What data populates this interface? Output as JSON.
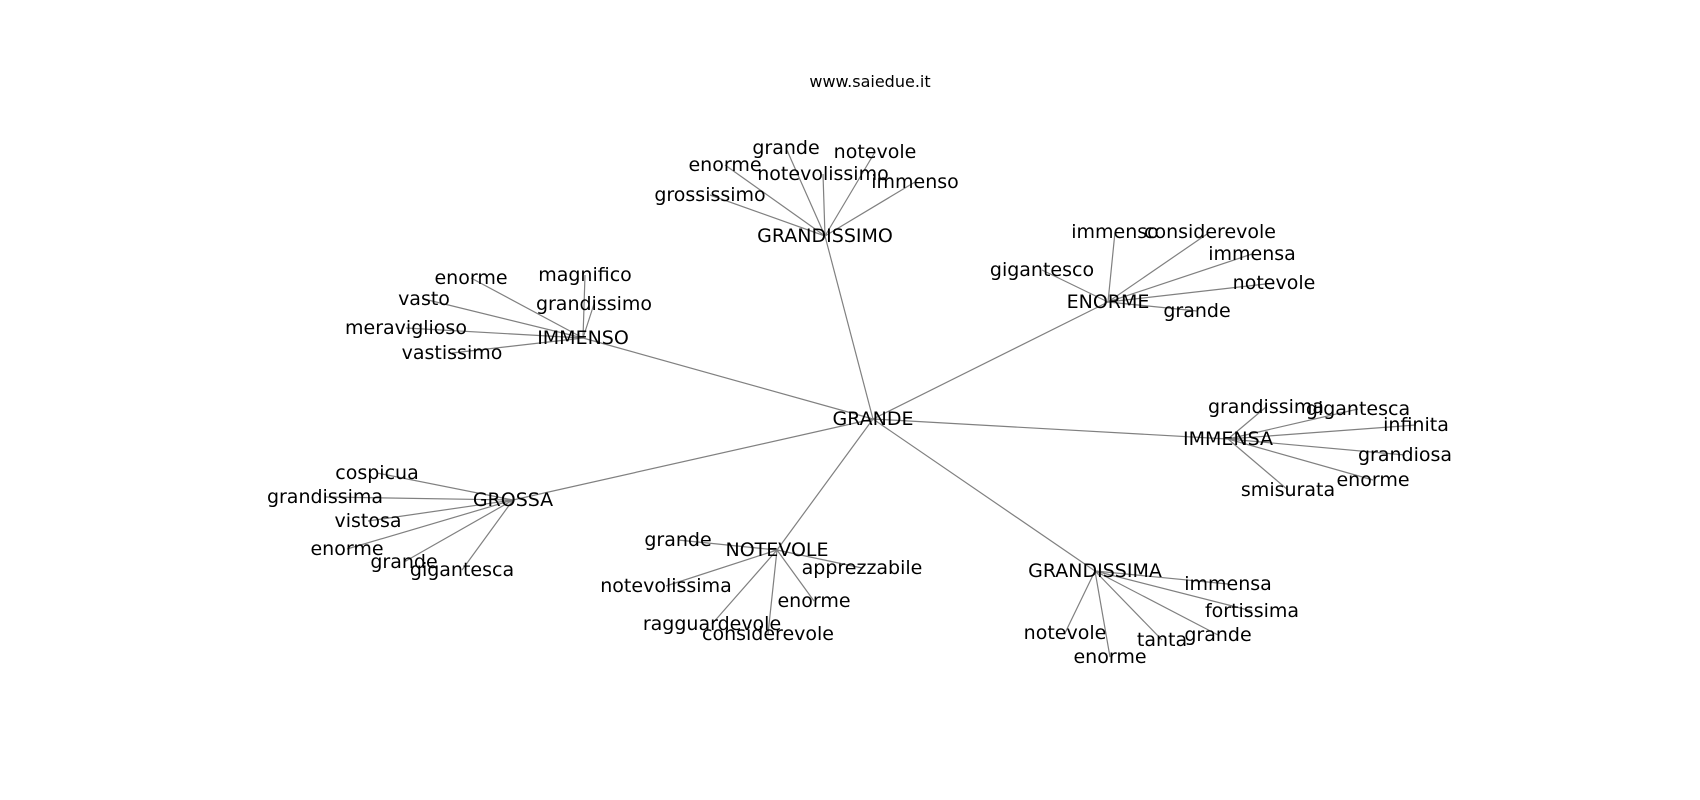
{
  "title": "www.saiedue.it",
  "colors": {
    "edge": "#808080",
    "text": "#000000",
    "background": "#ffffff"
  },
  "graph": {
    "root": "GRANDE",
    "groups": [
      {
        "hub": "GRANDISSIMO",
        "leaves": [
          "grande",
          "notevole",
          "enorme",
          "notevolissimo",
          "immenso",
          "grossissimo"
        ]
      },
      {
        "hub": "ENORME",
        "leaves": [
          "immenso",
          "considerevole",
          "immensa",
          "gigantesco",
          "notevole",
          "grande"
        ]
      },
      {
        "hub": "IMMENSO",
        "leaves": [
          "enorme",
          "magnifico",
          "vasto",
          "grandissimo",
          "meraviglioso",
          "vastissimo"
        ]
      },
      {
        "hub": "IMMENSA",
        "leaves": [
          "grandissima",
          "gigantesca",
          "infinita",
          "grandiosa",
          "enorme",
          "smisurata"
        ]
      },
      {
        "hub": "GROSSA",
        "leaves": [
          "cospicua",
          "grandissima",
          "vistosa",
          "enorme",
          "grande",
          "gigantesca"
        ]
      },
      {
        "hub": "NOTEVOLE",
        "leaves": [
          "grande",
          "apprezzabile",
          "notevolissima",
          "enorme",
          "ragguardevole",
          "considerevole"
        ]
      },
      {
        "hub": "GRANDISSIMA",
        "leaves": [
          "immensa",
          "fortissima",
          "notevole",
          "tanta",
          "grande",
          "enorme"
        ]
      }
    ]
  }
}
